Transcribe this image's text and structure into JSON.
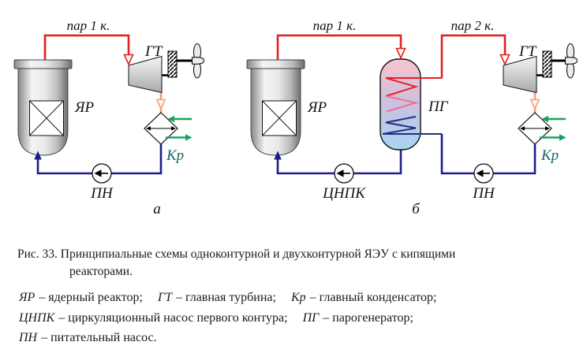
{
  "figure": {
    "caption_line1": "Рис. 33. Принципиальные схемы одноконтурной и двухконтурной ЯЭУ с кипящими",
    "caption_line2": "реакторами."
  },
  "legend": {
    "items": [
      {
        "abbr": "ЯР",
        "desc": "– ядерный реактор;"
      },
      {
        "abbr": "ГТ",
        "desc": "– главная турбина;"
      },
      {
        "abbr": "Кр",
        "desc": "– главный конденсатор;"
      },
      {
        "abbr": "ЦНПК",
        "desc": "– циркуляционный насос первого контура;"
      },
      {
        "abbr": "ПГ",
        "desc": "– парогенератор;"
      },
      {
        "abbr": "ПН",
        "desc": "– питательный насос."
      }
    ]
  },
  "diagram": {
    "left": {
      "steam1": "пар 1 к.",
      "turbine": "ГТ",
      "reactor": "ЯР",
      "condenser": "Кр",
      "feed_pump": "ПН",
      "panel": "а"
    },
    "right": {
      "steam1": "пар 1 к.",
      "steam2": "пар 2 к.",
      "turbine": "ГТ",
      "reactor": "ЯР",
      "steam_generator": "ПГ",
      "condenser": "Кр",
      "circ_pump": "ЦНПК",
      "feed_pump": "ПН",
      "panel": "б"
    },
    "colors": {
      "steam_pipe": "#e31e1e",
      "exhaust_pipe": "#f49d72",
      "water_pipe": "#1d1d8e",
      "cooling_arrow": "#17a35e",
      "condenser_label": "#156565",
      "sg_top": "#f8c5cb",
      "sg_bottom": "#a6d5f2"
    }
  }
}
